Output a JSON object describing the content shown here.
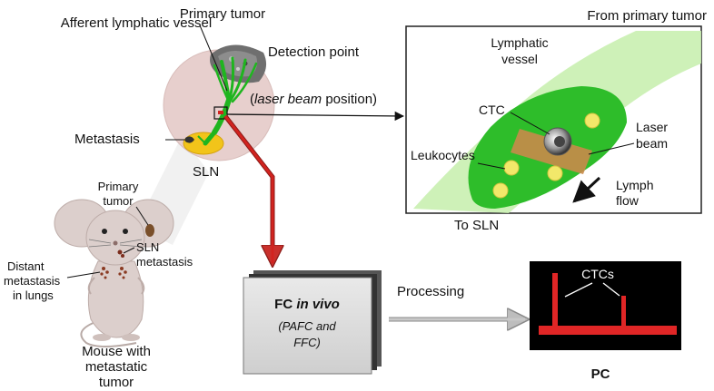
{
  "colors": {
    "lymph_green": "#1fb51f",
    "light_green": "#c9efb0",
    "node_yellow": "#f2c41a",
    "circle_pink": "#e7cfcd",
    "mouse_pink": "#dccfcc",
    "laser_red": "#d2231f",
    "beam_brown": "#c98a4a",
    "leuko_yellow": "#f2e86a",
    "panel_black": "#000000",
    "signal_red": "#e02626",
    "box_gray": "#dcdcdc"
  },
  "icons": [
    "mouse-icon",
    "tumor-icon",
    "ctc-cell-icon",
    "leukocyte-icon"
  ],
  "zoom": {
    "primary_tumor": "Primary tumor",
    "afferent_vessel": "Afferent lymphatic vessel",
    "detection_point": "Detection point",
    "laser_position": "laser beam",
    "laser_position_suffix": "position",
    "metastasis": "Metastasis",
    "sln": "SLN"
  },
  "inset": {
    "from_tumor": "From primary tumor",
    "lymphatic_vessel_1": "Lymphatic",
    "lymphatic_vessel_2": "vessel",
    "ctc": "CTC",
    "laser_beam_1": "Laser",
    "laser_beam_2": "beam",
    "leukocytes": "Leukocytes",
    "lymph_flow_1": "Lymph",
    "lymph_flow_2": "flow",
    "to_sln": "To SLN"
  },
  "mouse": {
    "primary_tumor_1": "Primary",
    "primary_tumor_2": "tumor",
    "sln_metastasis_1": "SLN",
    "sln_metastasis_2": "metastasis",
    "distant_1": "Distant",
    "distant_2": "metastasis",
    "distant_3": "in lungs",
    "caption_1": "Mouse with",
    "caption_2": "metastatic",
    "caption_3": "tumor"
  },
  "fc_box": {
    "title_prefix": "FC ",
    "title_italic": "in vivo",
    "subtitle_1": "(PAFC and",
    "subtitle_2": "FFC)"
  },
  "processing": "Processing",
  "pc_panel": {
    "ctcs": "CTCs",
    "label": "PC"
  }
}
